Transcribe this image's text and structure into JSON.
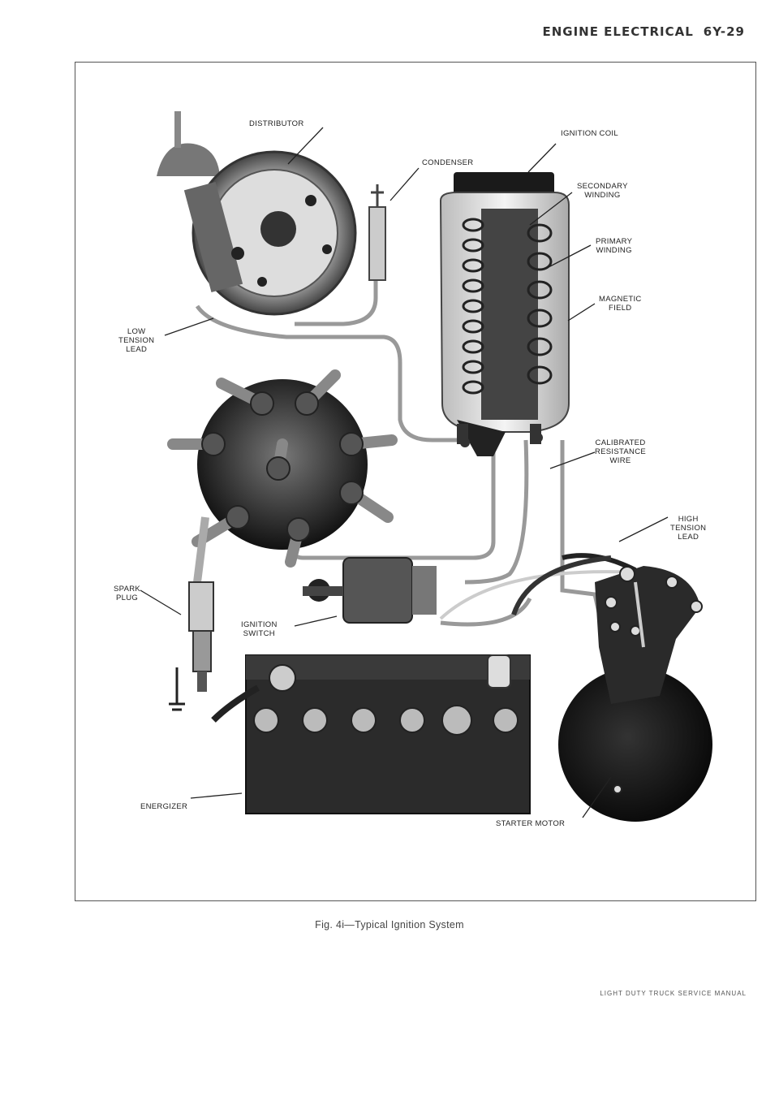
{
  "header": {
    "title": "ENGINE ELECTRICAL",
    "section": "6Y-29"
  },
  "figure": {
    "labels": {
      "distributor": "DISTRIBUTOR",
      "condenser": "CONDENSER",
      "ignition_coil": "IGNITION COIL",
      "secondary_winding": [
        "SECONDARY",
        "WINDING"
      ],
      "primary_winding": [
        "PRIMARY",
        "WINDING"
      ],
      "magnetic_field": [
        "MAGNETIC",
        "FIELD"
      ],
      "low_tension_lead": [
        "LOW",
        "TENSION",
        "LEAD"
      ],
      "calibrated_resistance_wire": [
        "CALIBRATED",
        "RESISTANCE",
        "WIRE"
      ],
      "high_tension_lead": [
        "HIGH",
        "TENSION",
        "LEAD"
      ],
      "spark_plug": [
        "SPARK",
        "PLUG"
      ],
      "ignition_switch": [
        "IGNITION",
        "SWITCH"
      ],
      "energizer": "ENERGIZER",
      "starter_motor": "STARTER MOTOR"
    },
    "caption": "Fig. 4i—Typical Ignition System"
  },
  "footer": {
    "manual": "LIGHT DUTY TRUCK SERVICE MANUAL"
  }
}
